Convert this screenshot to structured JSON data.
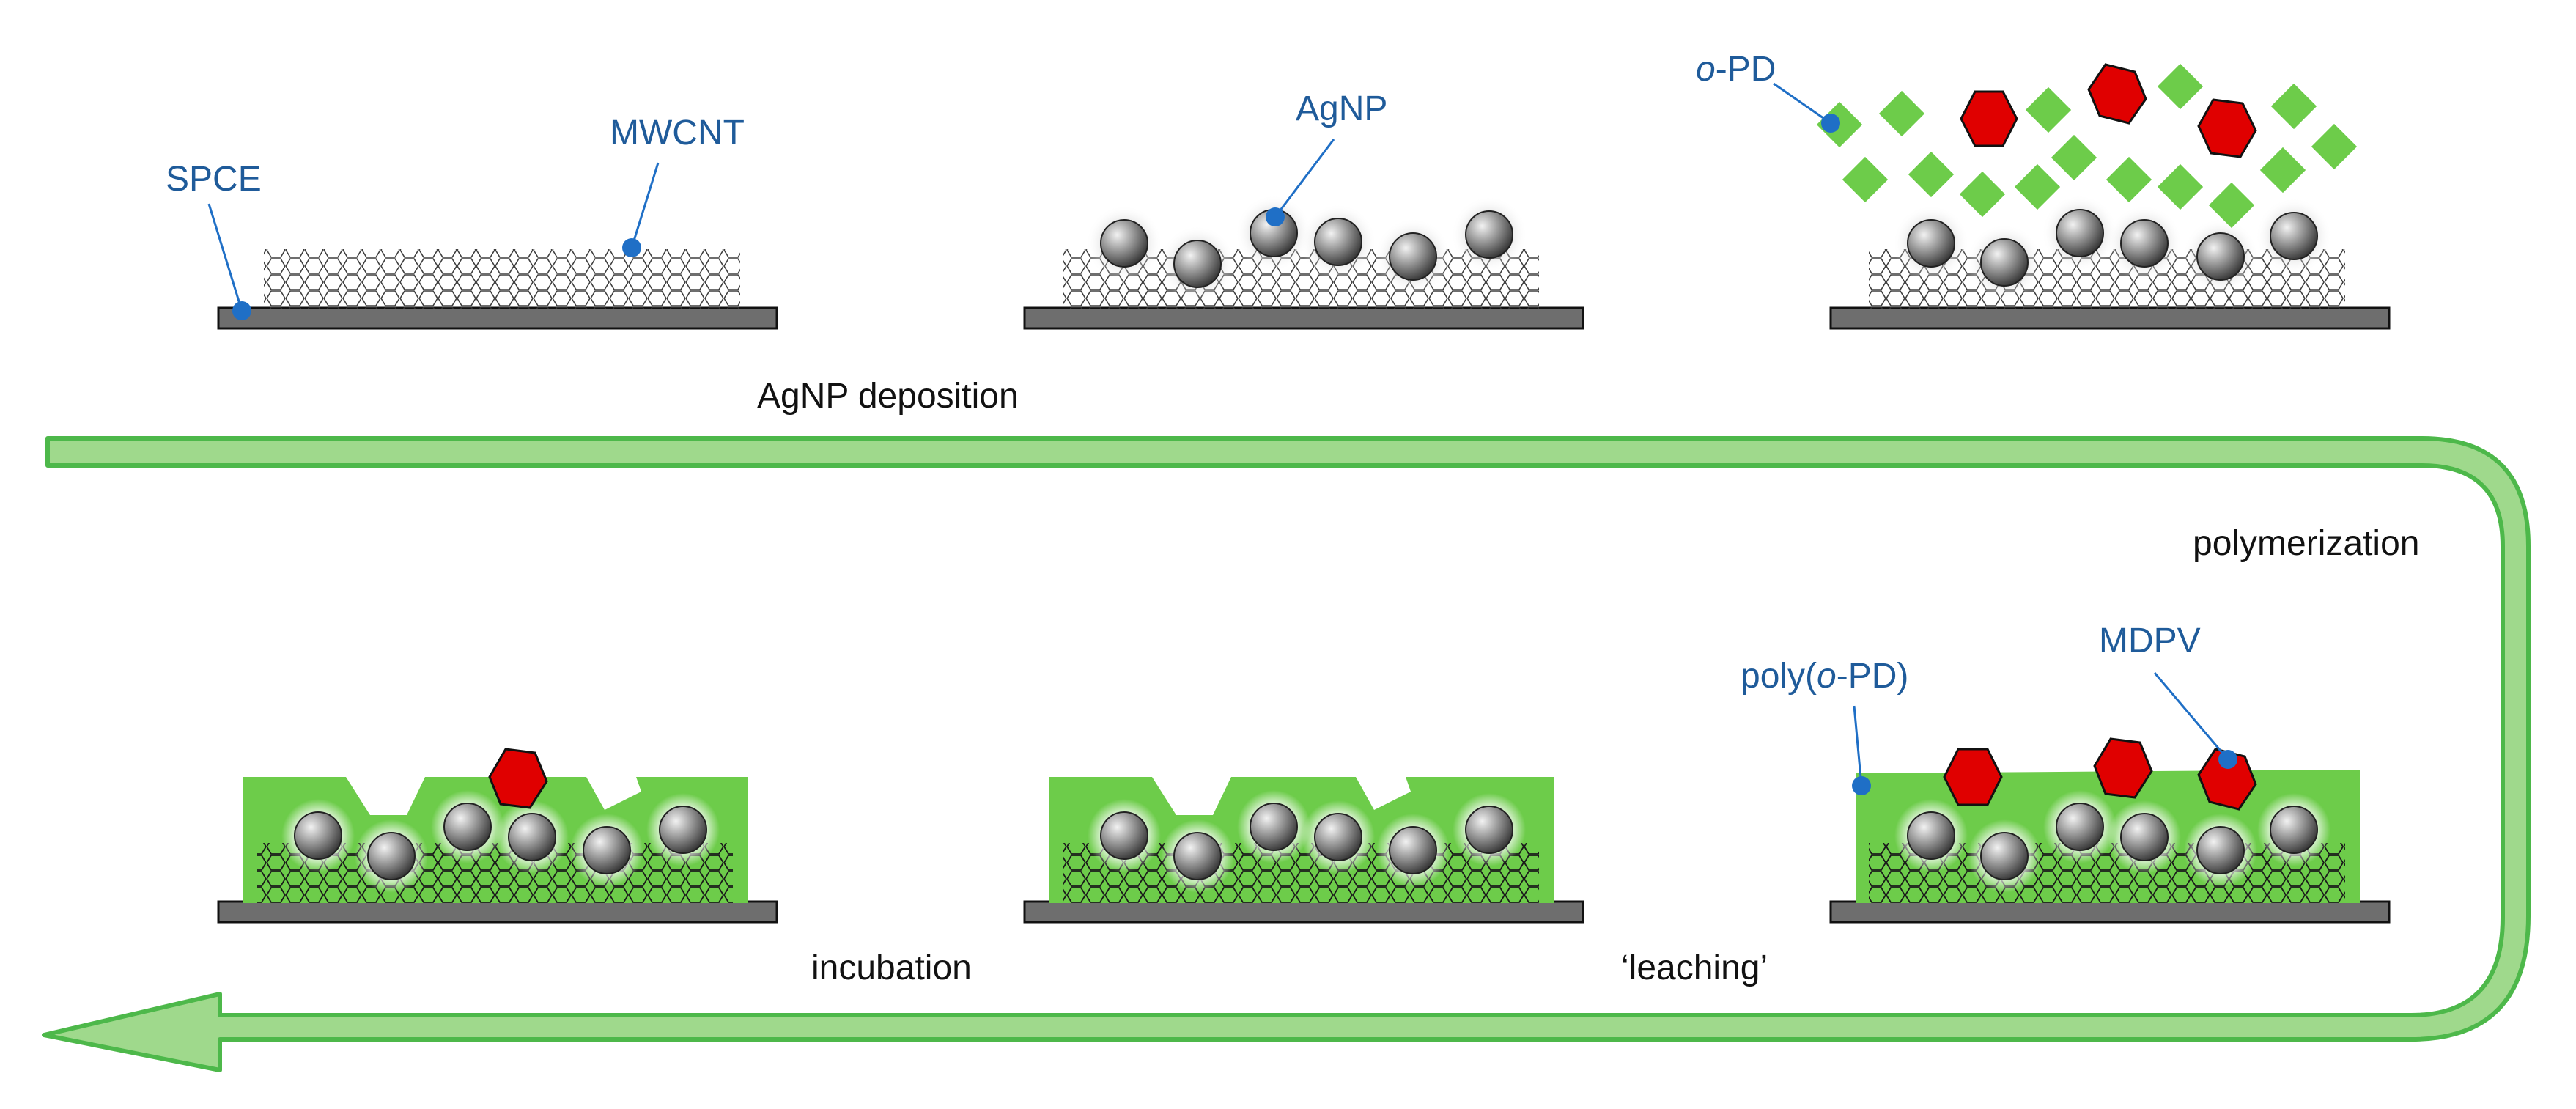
{
  "labels": {
    "spce": "SPCE",
    "mwcnt": "MWCNT",
    "agnp": "AgNP",
    "opd_italic": "o",
    "opd_rest": "-PD",
    "poly_prefix": "poly(",
    "poly_italic": "o",
    "poly_suffix": "-PD)",
    "mdpv": "MDPV"
  },
  "steps": {
    "agnp_deposition": "AgNP deposition",
    "polymerization": "polymerization",
    "leaching": "‘leaching’",
    "incubation": "incubation"
  },
  "colors": {
    "label_blue": "#1f5b9a",
    "dot_blue": "#1f6fc6",
    "polymer_green": "#6dcc4a",
    "monomer_green": "#6dcc4a",
    "template_red": "#e00000",
    "arrow_fill": "#9fd98c",
    "arrow_stroke": "#4db84a",
    "electrode_gray": "#6e6e6e"
  }
}
